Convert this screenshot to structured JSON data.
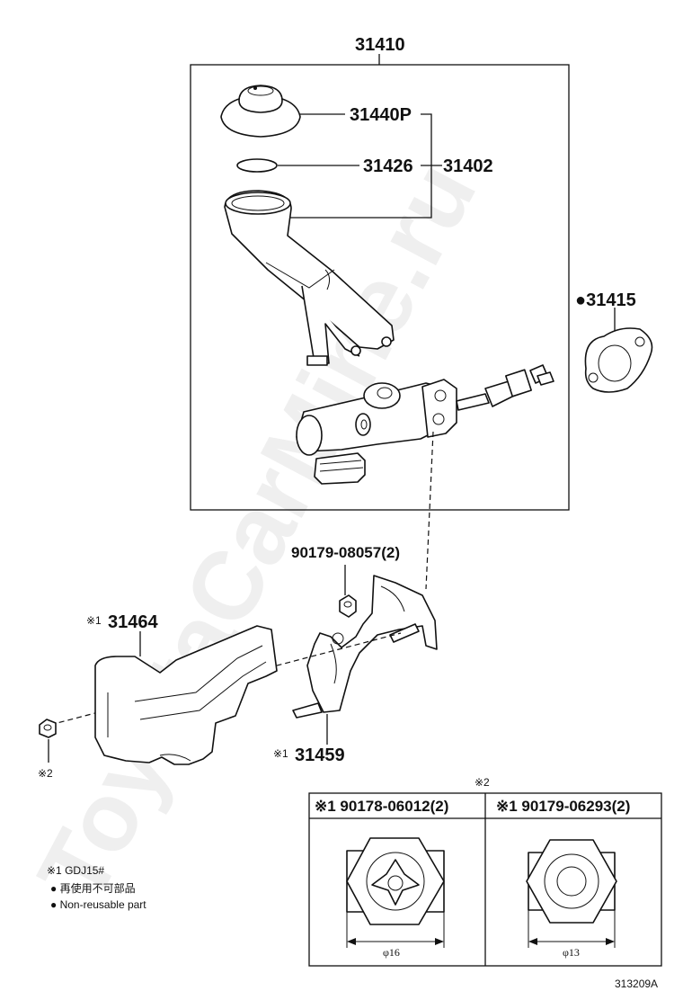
{
  "labels": {
    "assembly": "31410",
    "cap": "31440P",
    "diaphragm": "31426",
    "reservoir_set": "31402",
    "gasket": "●31415",
    "nut_ref": "90179-08057(2)",
    "bracket_left_mark": "※1",
    "bracket_left": "31464",
    "bracket_right_mark": "※1",
    "bracket_right": "31459",
    "nut_mark": "※2"
  },
  "notes": {
    "note1": "※1 GDJ15#",
    "note2": "● 再使用不可部品",
    "note3": "● Non-reusable part"
  },
  "detail_table": {
    "title": "※2",
    "col1_header": "※1 90178-06012(2)",
    "col2_header": "※1 90179-06293(2)",
    "col1_dim": "φ16",
    "col2_dim": "φ13"
  },
  "watermark": "ToyotaCarMine.ru",
  "figure_code": "313209A"
}
